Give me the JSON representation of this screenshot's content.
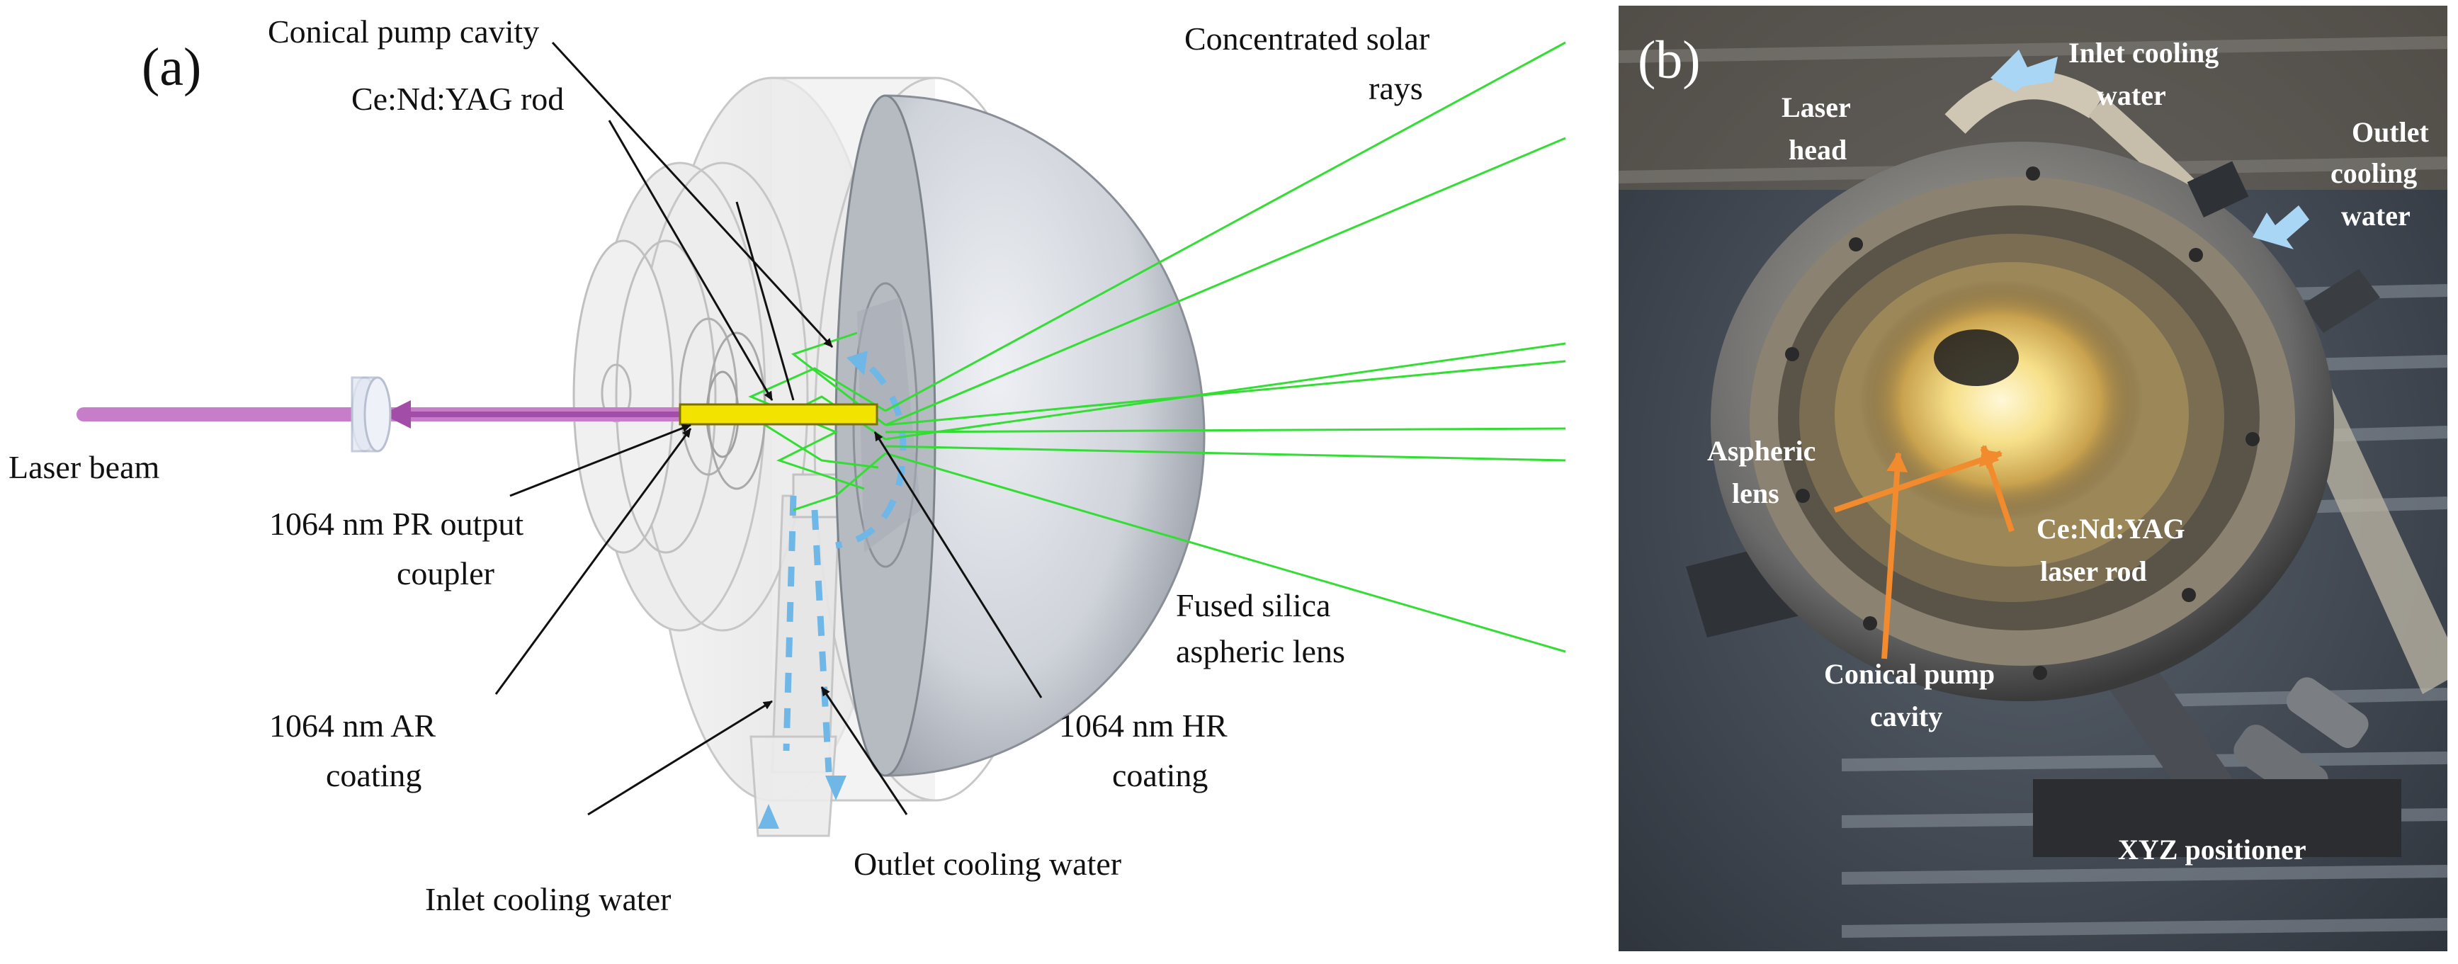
{
  "figure": {
    "panel_a": {
      "tag": "(a)",
      "labels": {
        "conical_pump_cavity": "Conical pump cavity",
        "rod": "Ce:Nd:YAG rod",
        "solar_rays_1": "Concentrated solar",
        "solar_rays_2": "rays",
        "laser_beam": "Laser beam",
        "pr_coupler_1": "1064 nm PR output",
        "pr_coupler_2": "coupler",
        "fused_silica_1": "Fused silica",
        "fused_silica_2": "aspheric lens",
        "ar_coating_1": "1064 nm AR",
        "ar_coating_2": "coating",
        "hr_coating_1": "1064 nm HR",
        "hr_coating_2": "coating",
        "inlet_water": "Inlet cooling water",
        "outlet_water": "Outlet cooling water"
      },
      "colors": {
        "laser_beam": "#c77dc9",
        "rod": "#f2e300",
        "solar_rays": "#33dd33",
        "water_arrows": "#6fb7e6",
        "lens": "#c9cdd4"
      }
    },
    "panel_b": {
      "tag": "(b)",
      "labels": {
        "laser_head_1": "Laser",
        "laser_head_2": "head",
        "inlet_1": "Inlet cooling",
        "inlet_2": "water",
        "outlet_1": "Outlet",
        "outlet_2": "cooling",
        "outlet_3": "water",
        "aspheric_1": "Aspheric",
        "aspheric_2": "lens",
        "rod_1": "Ce:Nd:YAG",
        "rod_2": "laser rod",
        "cavity_1": "Conical  pump",
        "cavity_2": "cavity",
        "positioner": "XYZ positioner"
      },
      "colors": {
        "arrow_orange": "#f28a2e",
        "arrow_blue": "#a9d6f5"
      }
    }
  }
}
